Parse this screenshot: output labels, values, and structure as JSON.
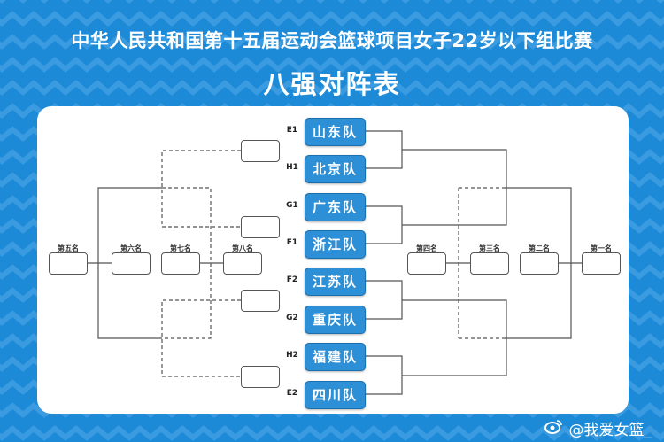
{
  "header": {
    "title": "中华人民共和国第十五届运动会篮球项目女子22岁以下组比赛",
    "subtitle": "八强对阵表"
  },
  "teams": [
    {
      "seed": "E1",
      "name": "山东队"
    },
    {
      "seed": "H1",
      "name": "北京队"
    },
    {
      "seed": "G1",
      "name": "广东队"
    },
    {
      "seed": "F1",
      "name": "浙江队"
    },
    {
      "seed": "F2",
      "name": "江苏队"
    },
    {
      "seed": "G2",
      "name": "重庆队"
    },
    {
      "seed": "H2",
      "name": "福建队"
    },
    {
      "seed": "E2",
      "name": "四川队"
    }
  ],
  "ranks": {
    "r1": "第一名",
    "r2": "第二名",
    "r3": "第三名",
    "r4": "第四名",
    "r5": "第五名",
    "r6": "第六名",
    "r7": "第七名",
    "r8": "第八名"
  },
  "watermark": "@我爱女篮_",
  "colors": {
    "background": "#1d8ad8",
    "team_box": "#2d8fd6"
  }
}
